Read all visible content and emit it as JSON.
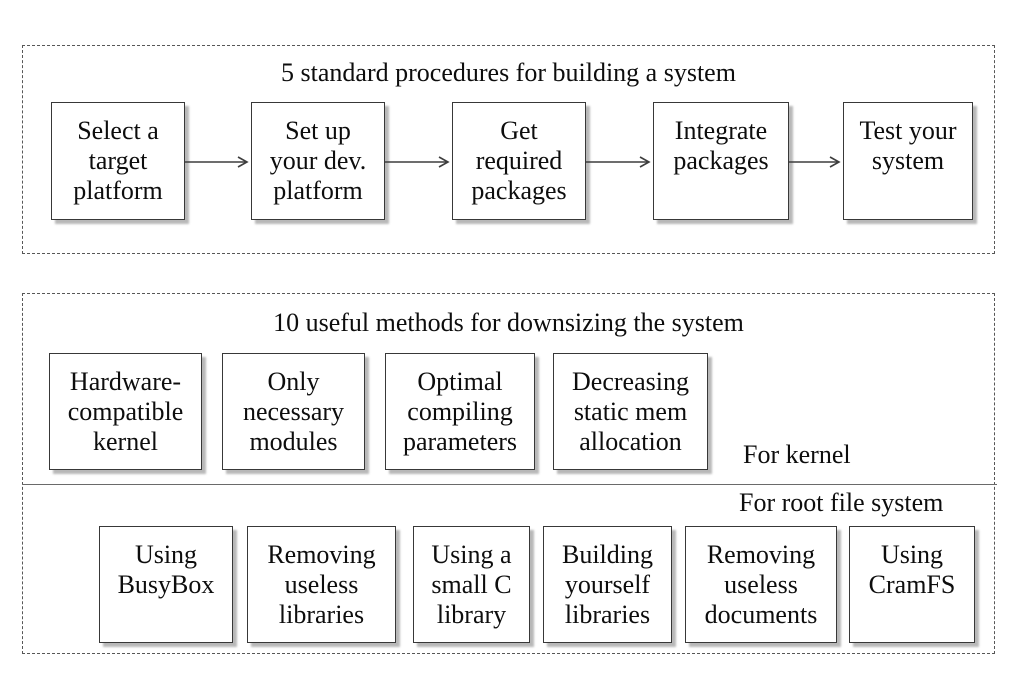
{
  "building_procedures": {
    "title": "5 standard procedures for building a system",
    "steps": [
      "Select a\ntarget\nplatform",
      "Set up\nyour dev.\nplatform",
      "Get\nrequired\npackages",
      "Integrate\npackages",
      "Test your\nsystem"
    ]
  },
  "downsizing_methods": {
    "title": "10 useful methods for downsizing the system",
    "kernel_label": "For kernel",
    "root_fs_label": "For root file system",
    "kernel_methods": [
      "Hardware-\ncompatible\nkernel",
      "Only\nnecessary\nmodules",
      "Optimal\ncompiling\nparameters",
      "Decreasing\nstatic mem\nallocation"
    ],
    "root_fs_methods": [
      "Using\nBusyBox",
      "Removing\nuseless\nlibraries",
      "Using a\nsmall C\nlibrary",
      "Building\nyourself\nlibraries",
      "Removing\nuseless\ndocuments",
      "Using\nCramFS"
    ]
  },
  "colors": {
    "box_border": "#383838",
    "dashed_border": "#575757",
    "arrow": "#3d3d3d",
    "text": "#0d0d0d",
    "background": "#ffffff"
  }
}
